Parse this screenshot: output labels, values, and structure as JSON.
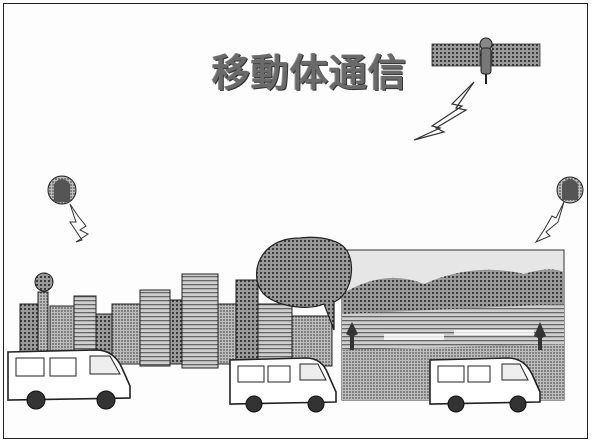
{
  "slide": {
    "title": "移動体通信"
  },
  "elements": {
    "satellite": "satellite-icon",
    "lightning": "lightning-bolt-icon",
    "speech_bubble": "speech-bubble-icon",
    "van": "van-icon",
    "city": "city-skyline",
    "landscape": "mountain-landscape-photo",
    "antenna_person": "person-with-antenna-icon"
  }
}
